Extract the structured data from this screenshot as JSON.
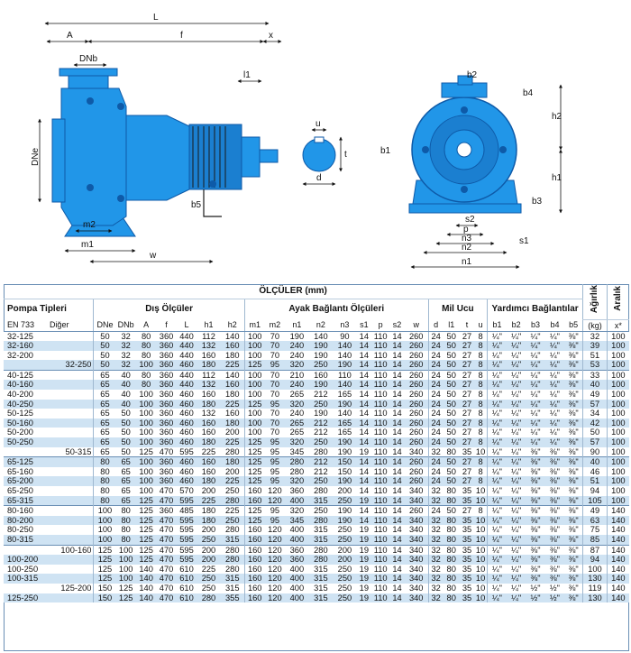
{
  "drawing": {
    "side_labels": {
      "L": "L",
      "A": "A",
      "f": "f",
      "x": "x",
      "DNb": "DNb",
      "l1": "l1",
      "DNe": "DNe",
      "m2": "m2",
      "m1": "m1",
      "w": "w",
      "b5": "b5"
    },
    "shaft_labels": {
      "u": "u",
      "t": "t",
      "d": "d"
    },
    "front_labels": {
      "b2": "b2",
      "b4": "b4",
      "h2": "h2",
      "b1": "b1",
      "h1": "h1",
      "b3": "b3",
      "s2": "s2",
      "p": "p",
      "n3": "n3",
      "n2": "n2",
      "s1": "s1",
      "n1": "n1"
    },
    "colors": {
      "pump": "#2196e8",
      "pump_dark": "#0e5aa8",
      "hatch": "#1a1a1a"
    }
  },
  "table": {
    "title": "ÖLÇÜLER (mm)",
    "groups": {
      "pump_types": "Pompa Tipleri",
      "outer": "Dış Ölçüler",
      "foot": "Ayak Bağlantı Ölçüleri",
      "shaft": "Mil Ucu",
      "aux": "Yardımcı Bağlantılar",
      "weight": "Ağırlık",
      "range": "Aralık"
    },
    "sub_headers": [
      "EN 733",
      "Diğer",
      "DNe",
      "DNb",
      "A",
      "f",
      "L",
      "h1",
      "h2",
      "m1",
      "m2",
      "n1",
      "n2",
      "n3",
      "s1",
      "p",
      "s2",
      "w",
      "d",
      "l1",
      "t",
      "u",
      "b1",
      "b2",
      "b3",
      "b4",
      "b5",
      "(kg)",
      "x*"
    ],
    "rows": [
      [
        "32-125",
        "",
        "50",
        "32",
        "80",
        "360",
        "440",
        "112",
        "140",
        "100",
        "70",
        "190",
        "140",
        "90",
        "14",
        "110",
        "14",
        "260",
        "24",
        "50",
        "27",
        "8",
        "¼\"",
        "¼\"",
        "¼\"",
        "¼\"",
        "⅜\"",
        "32",
        "100"
      ],
      [
        "32-160",
        "",
        "50",
        "32",
        "80",
        "360",
        "440",
        "132",
        "160",
        "100",
        "70",
        "240",
        "190",
        "140",
        "14",
        "110",
        "14",
        "260",
        "24",
        "50",
        "27",
        "8",
        "¼\"",
        "¼\"",
        "¼\"",
        "¼\"",
        "⅜\"",
        "39",
        "100"
      ],
      [
        "32-200",
        "",
        "50",
        "32",
        "80",
        "360",
        "440",
        "160",
        "180",
        "100",
        "70",
        "240",
        "190",
        "140",
        "14",
        "110",
        "14",
        "260",
        "24",
        "50",
        "27",
        "8",
        "¼\"",
        "¼\"",
        "¼\"",
        "¼\"",
        "⅜\"",
        "51",
        "100"
      ],
      [
        "",
        "32-250",
        "50",
        "32",
        "100",
        "360",
        "460",
        "180",
        "225",
        "125",
        "95",
        "320",
        "250",
        "190",
        "14",
        "110",
        "14",
        "260",
        "24",
        "50",
        "27",
        "8",
        "¼\"",
        "¼\"",
        "¼\"",
        "¼\"",
        "⅜\"",
        "53",
        "100"
      ],
      [
        "40-125",
        "",
        "65",
        "40",
        "80",
        "360",
        "440",
        "112",
        "140",
        "100",
        "70",
        "210",
        "160",
        "110",
        "14",
        "110",
        "14",
        "260",
        "24",
        "50",
        "27",
        "8",
        "¼\"",
        "¼\"",
        "¼\"",
        "¼\"",
        "⅜\"",
        "33",
        "100"
      ],
      [
        "40-160",
        "",
        "65",
        "40",
        "80",
        "360",
        "440",
        "132",
        "160",
        "100",
        "70",
        "240",
        "190",
        "140",
        "14",
        "110",
        "14",
        "260",
        "24",
        "50",
        "27",
        "8",
        "¼\"",
        "¼\"",
        "¼\"",
        "¼\"",
        "⅜\"",
        "40",
        "100"
      ],
      [
        "40-200",
        "",
        "65",
        "40",
        "100",
        "360",
        "460",
        "160",
        "180",
        "100",
        "70",
        "265",
        "212",
        "165",
        "14",
        "110",
        "14",
        "260",
        "24",
        "50",
        "27",
        "8",
        "¼\"",
        "¼\"",
        "¼\"",
        "¼\"",
        "⅜\"",
        "49",
        "100"
      ],
      [
        "40-250",
        "",
        "65",
        "40",
        "100",
        "360",
        "460",
        "180",
        "225",
        "125",
        "95",
        "320",
        "250",
        "190",
        "14",
        "110",
        "14",
        "260",
        "24",
        "50",
        "27",
        "8",
        "¼\"",
        "¼\"",
        "¼\"",
        "¼\"",
        "⅜\"",
        "57",
        "100"
      ],
      [
        "50-125",
        "",
        "65",
        "50",
        "100",
        "360",
        "460",
        "132",
        "160",
        "100",
        "70",
        "240",
        "190",
        "140",
        "14",
        "110",
        "14",
        "260",
        "24",
        "50",
        "27",
        "8",
        "¼\"",
        "¼\"",
        "¼\"",
        "¼\"",
        "⅜\"",
        "34",
        "100"
      ],
      [
        "50-160",
        "",
        "65",
        "50",
        "100",
        "360",
        "460",
        "160",
        "180",
        "100",
        "70",
        "265",
        "212",
        "165",
        "14",
        "110",
        "14",
        "260",
        "24",
        "50",
        "27",
        "8",
        "¼\"",
        "¼\"",
        "¼\"",
        "¼\"",
        "⅜\"",
        "42",
        "100"
      ],
      [
        "50-200",
        "",
        "65",
        "50",
        "100",
        "360",
        "460",
        "160",
        "200",
        "100",
        "70",
        "265",
        "212",
        "165",
        "14",
        "110",
        "14",
        "260",
        "24",
        "50",
        "27",
        "8",
        "¼\"",
        "¼\"",
        "¼\"",
        "¼\"",
        "⅜\"",
        "50",
        "100"
      ],
      [
        "50-250",
        "",
        "65",
        "50",
        "100",
        "360",
        "460",
        "180",
        "225",
        "125",
        "95",
        "320",
        "250",
        "190",
        "14",
        "110",
        "14",
        "260",
        "24",
        "50",
        "27",
        "8",
        "¼\"",
        "¼\"",
        "¼\"",
        "¼\"",
        "⅜\"",
        "57",
        "100"
      ],
      [
        "",
        "50-315",
        "65",
        "50",
        "125",
        "470",
        "595",
        "225",
        "280",
        "125",
        "95",
        "345",
        "280",
        "190",
        "19",
        "110",
        "14",
        "340",
        "32",
        "80",
        "35",
        "10",
        "¼\"",
        "¼\"",
        "⅜\"",
        "⅜\"",
        "⅜\"",
        "90",
        "100"
      ],
      [
        "65-125",
        "",
        "80",
        "65",
        "100",
        "360",
        "460",
        "160",
        "180",
        "125",
        "95",
        "280",
        "212",
        "150",
        "14",
        "110",
        "14",
        "260",
        "24",
        "50",
        "27",
        "8",
        "¼\"",
        "¼\"",
        "⅜\"",
        "⅜\"",
        "⅜\"",
        "40",
        "100"
      ],
      [
        "65-160",
        "",
        "80",
        "65",
        "100",
        "360",
        "460",
        "160",
        "200",
        "125",
        "95",
        "280",
        "212",
        "150",
        "14",
        "110",
        "14",
        "260",
        "24",
        "50",
        "27",
        "8",
        "¼\"",
        "¼\"",
        "⅜\"",
        "⅜\"",
        "⅜\"",
        "46",
        "100"
      ],
      [
        "65-200",
        "",
        "80",
        "65",
        "100",
        "360",
        "460",
        "180",
        "225",
        "125",
        "95",
        "320",
        "250",
        "190",
        "14",
        "110",
        "14",
        "260",
        "24",
        "50",
        "27",
        "8",
        "¼\"",
        "¼\"",
        "⅜\"",
        "⅜\"",
        "⅜\"",
        "51",
        "100"
      ],
      [
        "65-250",
        "",
        "80",
        "65",
        "100",
        "470",
        "570",
        "200",
        "250",
        "160",
        "120",
        "360",
        "280",
        "200",
        "14",
        "110",
        "14",
        "340",
        "32",
        "80",
        "35",
        "10",
        "¼\"",
        "¼\"",
        "⅜\"",
        "⅜\"",
        "⅜\"",
        "94",
        "100"
      ],
      [
        "65-315",
        "",
        "80",
        "65",
        "125",
        "470",
        "595",
        "225",
        "280",
        "160",
        "120",
        "400",
        "315",
        "250",
        "19",
        "110",
        "14",
        "340",
        "32",
        "80",
        "35",
        "10",
        "¼\"",
        "¼\"",
        "⅜\"",
        "⅜\"",
        "⅜\"",
        "105",
        "100"
      ],
      [
        "80-160",
        "",
        "100",
        "80",
        "125",
        "360",
        "485",
        "180",
        "225",
        "125",
        "95",
        "320",
        "250",
        "190",
        "14",
        "110",
        "14",
        "260",
        "24",
        "50",
        "27",
        "8",
        "¼\"",
        "¼\"",
        "⅜\"",
        "⅜\"",
        "⅜\"",
        "49",
        "140"
      ],
      [
        "80-200",
        "",
        "100",
        "80",
        "125",
        "470",
        "595",
        "180",
        "250",
        "125",
        "95",
        "345",
        "280",
        "190",
        "14",
        "110",
        "14",
        "340",
        "32",
        "80",
        "35",
        "10",
        "¼\"",
        "¼\"",
        "⅜\"",
        "⅜\"",
        "⅜\"",
        "63",
        "140"
      ],
      [
        "80-250",
        "",
        "100",
        "80",
        "125",
        "470",
        "595",
        "200",
        "280",
        "160",
        "120",
        "400",
        "315",
        "250",
        "19",
        "110",
        "14",
        "340",
        "32",
        "80",
        "35",
        "10",
        "¼\"",
        "¼\"",
        "⅜\"",
        "⅜\"",
        "⅜\"",
        "75",
        "140"
      ],
      [
        "80-315",
        "",
        "100",
        "80",
        "125",
        "470",
        "595",
        "250",
        "315",
        "160",
        "120",
        "400",
        "315",
        "250",
        "19",
        "110",
        "14",
        "340",
        "32",
        "80",
        "35",
        "10",
        "¼\"",
        "¼\"",
        "⅜\"",
        "⅜\"",
        "⅜\"",
        "85",
        "140"
      ],
      [
        "",
        "100-160",
        "125",
        "100",
        "125",
        "470",
        "595",
        "200",
        "280",
        "160",
        "120",
        "360",
        "280",
        "200",
        "19",
        "110",
        "14",
        "340",
        "32",
        "80",
        "35",
        "10",
        "¼\"",
        "¼\"",
        "⅜\"",
        "⅜\"",
        "⅜\"",
        "87",
        "140"
      ],
      [
        "100-200",
        "",
        "125",
        "100",
        "125",
        "470",
        "595",
        "200",
        "280",
        "160",
        "120",
        "360",
        "280",
        "200",
        "19",
        "110",
        "14",
        "340",
        "32",
        "80",
        "35",
        "10",
        "¼\"",
        "¼\"",
        "⅜\"",
        "⅜\"",
        "⅜\"",
        "94",
        "140"
      ],
      [
        "100-250",
        "",
        "125",
        "100",
        "140",
        "470",
        "610",
        "225",
        "280",
        "160",
        "120",
        "400",
        "315",
        "250",
        "19",
        "110",
        "14",
        "340",
        "32",
        "80",
        "35",
        "10",
        "¼\"",
        "¼\"",
        "⅜\"",
        "⅜\"",
        "⅜\"",
        "100",
        "140"
      ],
      [
        "100-315",
        "",
        "125",
        "100",
        "140",
        "470",
        "610",
        "250",
        "315",
        "160",
        "120",
        "400",
        "315",
        "250",
        "19",
        "110",
        "14",
        "340",
        "32",
        "80",
        "35",
        "10",
        "¼\"",
        "¼\"",
        "⅜\"",
        "⅜\"",
        "⅜\"",
        "130",
        "140"
      ],
      [
        "",
        "125-200",
        "150",
        "125",
        "140",
        "470",
        "610",
        "250",
        "315",
        "160",
        "120",
        "400",
        "315",
        "250",
        "19",
        "110",
        "14",
        "340",
        "32",
        "80",
        "35",
        "10",
        "¼\"",
        "¼\"",
        "½\"",
        "½\"",
        "⅜\"",
        "119",
        "140"
      ],
      [
        "125-250",
        "",
        "150",
        "125",
        "140",
        "470",
        "610",
        "280",
        "355",
        "160",
        "120",
        "400",
        "315",
        "250",
        "19",
        "110",
        "14",
        "340",
        "32",
        "80",
        "35",
        "10",
        "¼\"",
        "¼\"",
        "½\"",
        "½\"",
        "⅜\"",
        "130",
        "140"
      ]
    ]
  }
}
